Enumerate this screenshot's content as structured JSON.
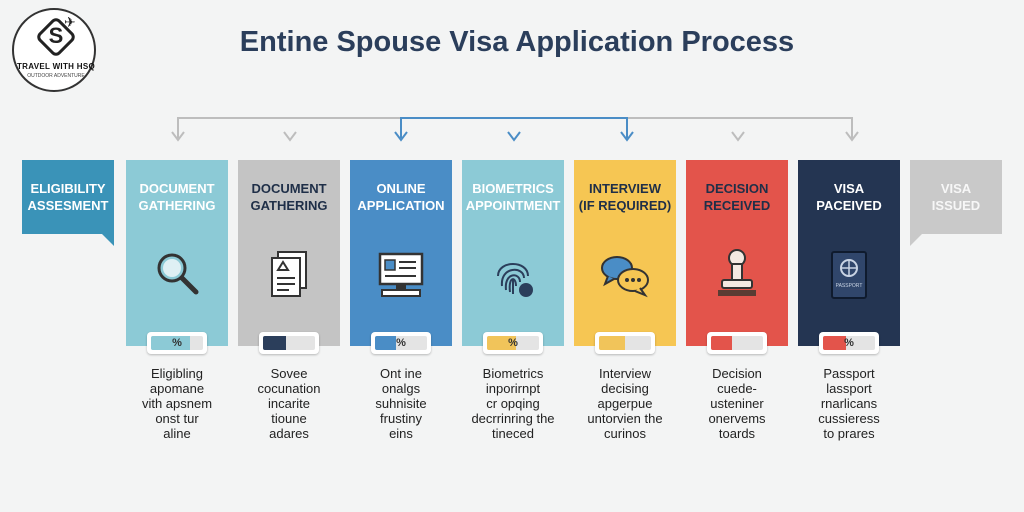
{
  "logo": {
    "brand": "TRAVEL WITH HSQ",
    "tagline": "OUTDOOR ADVENTURE",
    "mark_letter": "S",
    "plane_icon": "airplane-icon"
  },
  "title": "Entine Spouse Visa Application Process",
  "start_tag": {
    "line1": "Eligibility",
    "line2": "Assesment",
    "color": "#3a93b8"
  },
  "end_tag": {
    "line1": "Visa",
    "line2": "Issued",
    "color": "#c9c9c9"
  },
  "steps": [
    {
      "line1": "Document",
      "line2": "Gathering",
      "color": "#8ccad6",
      "label_color": "#ffffff",
      "icon": "magnifier-icon",
      "progress": {
        "text": "%",
        "fill_color": "#8ccad6",
        "fill_fraction": 0.75
      },
      "desc": [
        "Eligibling",
        "apomane",
        "vith apsnem",
        "onst tur",
        "aline"
      ]
    },
    {
      "line1": "Document",
      "line2": "Gathering",
      "color": "#c4c4c4",
      "label_color": "#1f2f48",
      "icon": "documents-icon",
      "progress": {
        "text": "",
        "fill_color": "#2b3e5b",
        "fill_fraction": 0.45
      },
      "desc": [
        "Sovee",
        "cocunation",
        "incarite",
        "tioune",
        "adares"
      ]
    },
    {
      "line1": "Online",
      "line2": "Application",
      "color": "#4a8dc6",
      "label_color": "#ffffff",
      "icon": "computer-icon",
      "progress": {
        "text": "%",
        "fill_color": "#4a8dc6",
        "fill_fraction": 0.4
      },
      "desc": [
        "Ont  ine",
        "onalgs",
        "suhnisite",
        "frustiny",
        "eins"
      ]
    },
    {
      "line1": "Biometrics",
      "line2": "Appointment",
      "color": "#8ccad6",
      "label_color": "#ffffff",
      "icon": "fingerprint-icon",
      "progress": {
        "text": "%",
        "fill_color": "#f1c45a",
        "fill_fraction": 0.55
      },
      "desc": [
        "Biometrics",
        "inporirnpt",
        "cr opqing",
        "decrrinring the",
        "tineced"
      ]
    },
    {
      "line1": "Interview",
      "line2": "(If required)",
      "color": "#f6c653",
      "label_color": "#1f2f48",
      "icon": "chat-bubbles-icon",
      "progress": {
        "text": "",
        "fill_color": "#f1c45a",
        "fill_fraction": 0.5
      },
      "desc": [
        "Interview",
        "decising",
        "apgerpue",
        "untorvien the",
        "curinos"
      ]
    },
    {
      "line1": "Decision",
      "line2": "Received",
      "color": "#e3544b",
      "label_color": "#1f2f48",
      "icon": "stamp-icon",
      "progress": {
        "text": "",
        "fill_color": "#e3544b",
        "fill_fraction": 0.4
      },
      "desc": [
        "Decision",
        "cuede-",
        "usteniner",
        "onervems",
        "toards"
      ]
    },
    {
      "line1": "Visa",
      "line2": "Paceived",
      "color": "#243552",
      "label_color": "#ffffff",
      "icon": "passport-icon",
      "progress": {
        "text": "%",
        "fill_color": "#e3544b",
        "fill_fraction": 0.45
      },
      "desc": [
        "Passport",
        "lassport",
        "rnarlicans",
        "cussieress",
        "to prares"
      ]
    }
  ]
}
